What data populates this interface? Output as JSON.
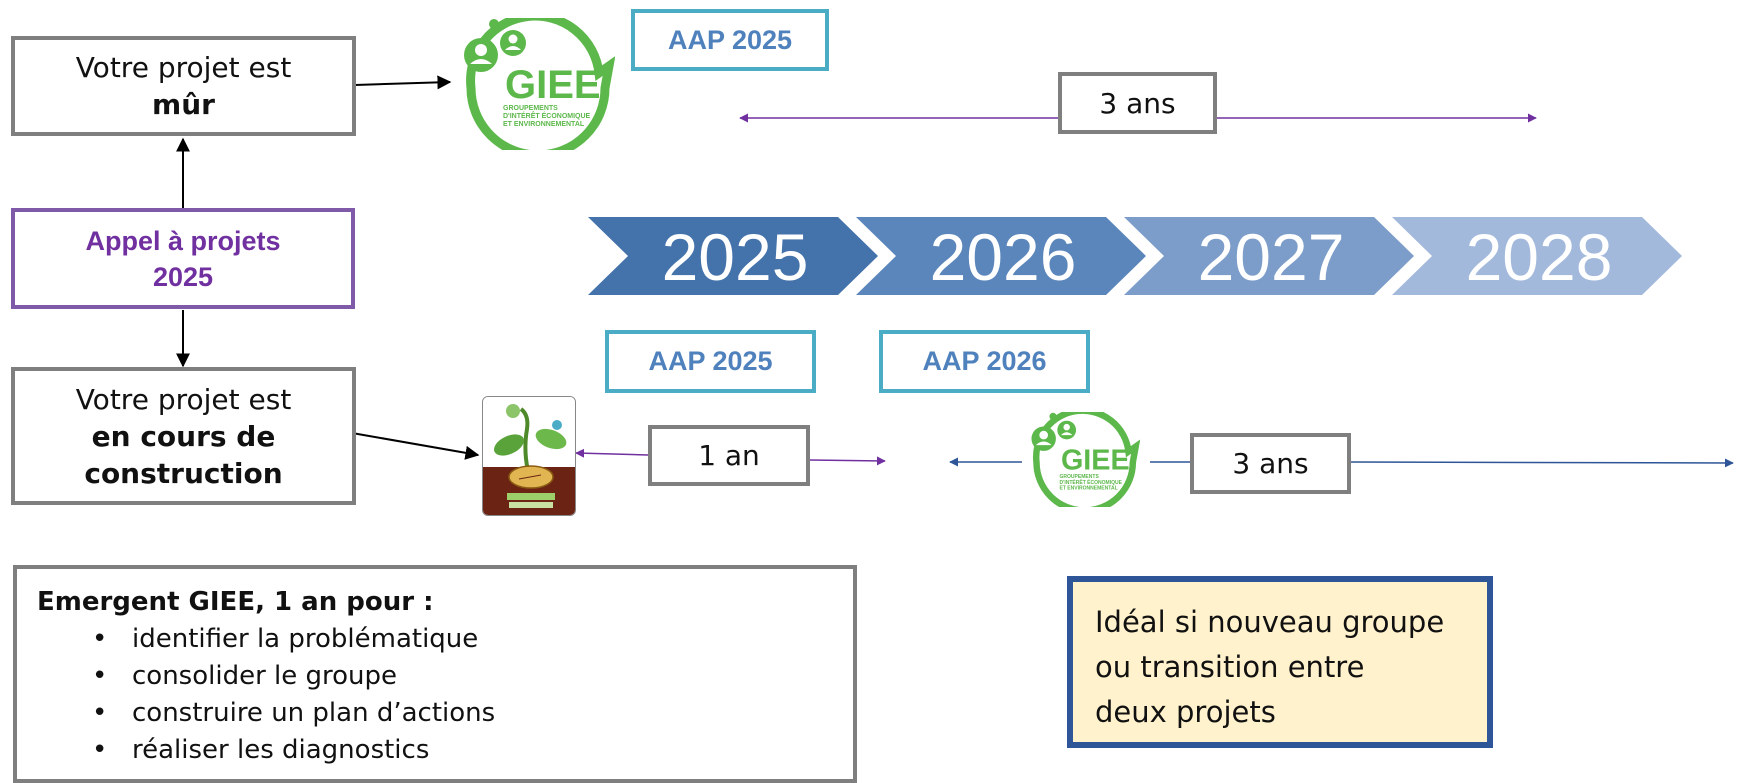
{
  "boxes": {
    "projet_mur": {
      "line1": "Votre projet est",
      "line2": "mûr"
    },
    "appel": {
      "line1": "Appel à projets",
      "line2": "2025"
    },
    "projet_construction": {
      "line1": "Votre projet est",
      "line2": "en cours de",
      "line3": "construction"
    }
  },
  "aap_labels": {
    "top": "AAP 2025",
    "bottom_left": "AAP 2025",
    "bottom_right": "AAP 2026"
  },
  "durations": {
    "top": "3 ans",
    "bottom_short": "1 an",
    "bottom_long": "3 ans"
  },
  "timeline": {
    "years": [
      "2025",
      "2026",
      "2027",
      "2028"
    ],
    "colors": [
      "#4472ab",
      "#5b86bb",
      "#7c9dc9",
      "#a3b9dc"
    ]
  },
  "emergent_box": {
    "heading": "Emergent GIEE, 1 an pour :",
    "items": [
      "identifier la problématique",
      "consolider le groupe",
      "construire un plan d’actions",
      "réaliser les diagnostics"
    ]
  },
  "ideal_box": {
    "line1": "Idéal si nouveau groupe",
    "line2": "ou transition entre",
    "line3": "deux projets"
  },
  "logos": {
    "giee_text": "GIEE",
    "giee_subtext": [
      "GROUPEMENTS",
      "D'INTÉRÊT ÉCONOMIQUE",
      "ET ENVIRONNEMENTAL"
    ],
    "emergent_logo_icon": "sprout-logo-icon"
  },
  "colors": {
    "purple": "#7030a0",
    "aap_border": "#4bacc6",
    "aap_text": "#4f81bd",
    "giee_green": "#5cb84a",
    "ideal_bg": "#fff2cc",
    "ideal_border": "#2e5597"
  }
}
